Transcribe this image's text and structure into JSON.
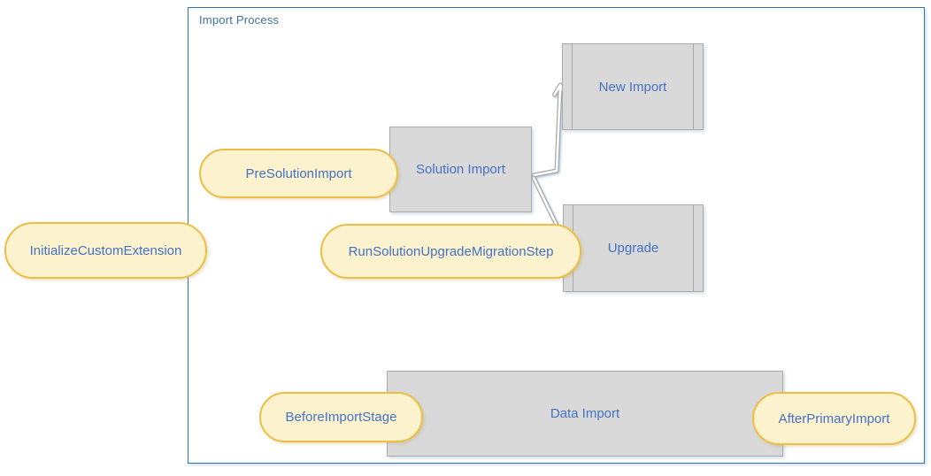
{
  "diagram": {
    "title": "Import Process",
    "colors": {
      "frame_border": "#2e75b6",
      "frame_title_text": "#41719c",
      "node_fill": "#d9d9d9",
      "node_border": "#ababab",
      "node_text": "#4472c4",
      "callout_fill": "#fcf2ce",
      "callout_border": "#eebe44",
      "callout_text": "#4472c4",
      "connector_line": "#a6a6a6"
    },
    "boxes": [
      {
        "id": "solution-import",
        "label": "Solution Import",
        "style": "plain"
      },
      {
        "id": "new-import",
        "label": "New Import",
        "style": "predefined-process"
      },
      {
        "id": "upgrade",
        "label": "Upgrade",
        "style": "predefined-process"
      },
      {
        "id": "data-import",
        "label": "Data Import",
        "style": "plain"
      }
    ],
    "callouts": [
      {
        "id": "pre-solution-import",
        "label": "PreSolutionImport"
      },
      {
        "id": "initialize-custom-extension",
        "label": "InitializeCustomExtension"
      },
      {
        "id": "run-solution-upgrade-migration-step",
        "label": "RunSolutionUpgradeMigrationStep"
      },
      {
        "id": "before-import-stage",
        "label": "BeforeImportStage"
      },
      {
        "id": "after-primary-import",
        "label": "AfterPrimaryImport"
      }
    ],
    "connectors": [
      {
        "from": "solution-import",
        "to": "new-import"
      },
      {
        "from": "solution-import",
        "to": "upgrade"
      }
    ]
  }
}
